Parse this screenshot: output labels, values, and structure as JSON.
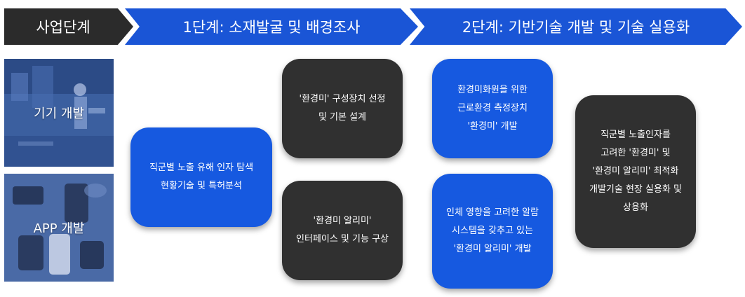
{
  "header": {
    "stage": "사업단계",
    "phase1": "1단계: 소재발굴 및 배경조사",
    "phase2": "2단계: 기반기술 개발 및 기술 실용화"
  },
  "side": {
    "device": "기기 개발",
    "app": "APP 개발"
  },
  "boxes": {
    "b1": [
      "직군별 노출 유해 인자 탐색",
      "현황기술 및 특허분석"
    ],
    "b2": [
      "'환경미' 구성장치 선정",
      "및 기본 설계"
    ],
    "b3": [
      "'환경미 알리미'",
      "인터페이스 및 기능 구상"
    ],
    "b4": [
      "환경미화원을 위한",
      "근로환경 측정장치",
      "'환경미' 개발"
    ],
    "b5": [
      "인체 영향을 고려한 알람",
      "시스템을 갖추고 있는",
      "'환경미 알리미' 개발"
    ],
    "b6": [
      "직군별 노출인자를",
      "고려한 '환경미' 및",
      "'환경미 알리미' 최적화",
      "개발기술 현장 실용화 및",
      "상용화"
    ]
  },
  "colors": {
    "accent_blue": "#1659e0",
    "header_blue": "#1a55d6",
    "dark": "#303030"
  }
}
